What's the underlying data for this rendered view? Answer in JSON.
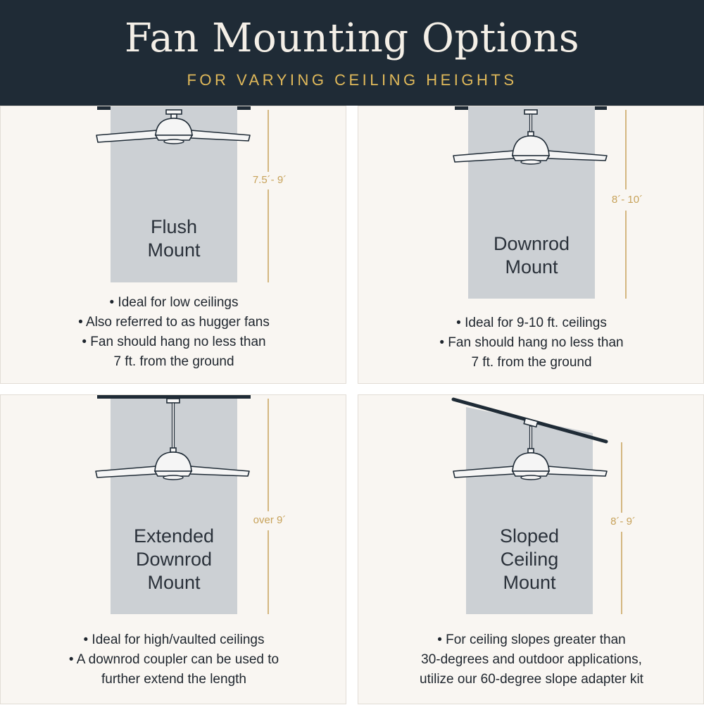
{
  "header": {
    "title": "Fan Mounting Options",
    "subtitle": "FOR VARYING CEILING HEIGHTS"
  },
  "colors": {
    "header_bg": "#1f2b36",
    "accent_gold": "#e0b95a",
    "panel_bg": "#f9f6f2",
    "column_gray": "#ccd0d4",
    "ceiling": "#1f2b36"
  },
  "icons": [
    "ceiling-fan-icon",
    "height-dimension-line"
  ],
  "panels": [
    {
      "label": [
        "Flush",
        "Mount"
      ],
      "height": "7.5´- 9´",
      "bullets": [
        "• Ideal for low ceilings",
        "• Also referred to as hugger fans",
        "• Fan should hang no less than",
        "7 ft. from the ground"
      ]
    },
    {
      "label": [
        "Downrod",
        "Mount"
      ],
      "height": "8´- 10´",
      "bullets": [
        "• Ideal for 9-10 ft. ceilings",
        "• Fan should hang no less than",
        "7 ft. from the ground"
      ]
    },
    {
      "label": [
        "Extended",
        "Downrod",
        "Mount"
      ],
      "height": "over 9´",
      "bullets": [
        "• Ideal for high/vaulted ceilings",
        "• A downrod coupler can be used to",
        "further extend the length"
      ]
    },
    {
      "label": [
        "Sloped",
        "Ceiling",
        "Mount"
      ],
      "height": "8´- 9´",
      "bullets": [
        "• For ceiling slopes greater than",
        "30-degrees and outdoor applications,",
        "utilize our 60-degree slope adapter kit"
      ]
    }
  ]
}
